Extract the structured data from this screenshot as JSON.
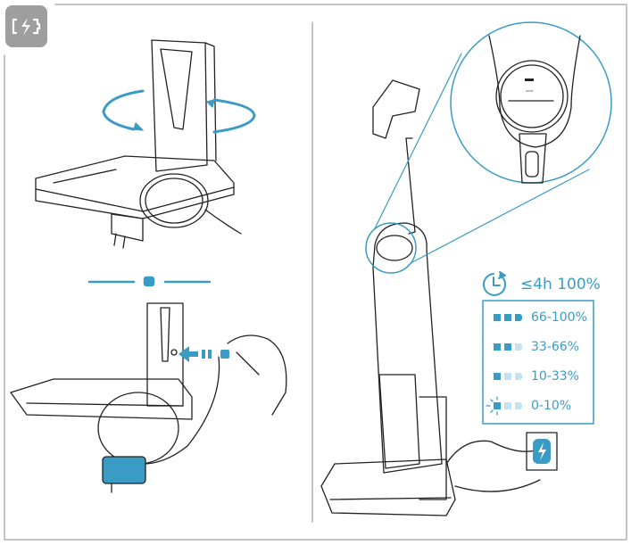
{
  "charging": {
    "icon": "battery-charging-icon",
    "time_label": "≤4h 100%",
    "display_mode": "AUTO",
    "levels": [
      {
        "label": "66-100%",
        "lit": 3
      },
      {
        "label": "33-66%",
        "lit": 2
      },
      {
        "label": "10-33%",
        "lit": 1
      },
      {
        "label": "0-10%",
        "lit": 1,
        "blinking": true
      }
    ]
  },
  "colors": {
    "accent": "#3a9cc4",
    "accent_light": "#c5e2ee",
    "line": "#222222",
    "badge": "#9e9e9e",
    "frame": "#b0b0b0"
  }
}
